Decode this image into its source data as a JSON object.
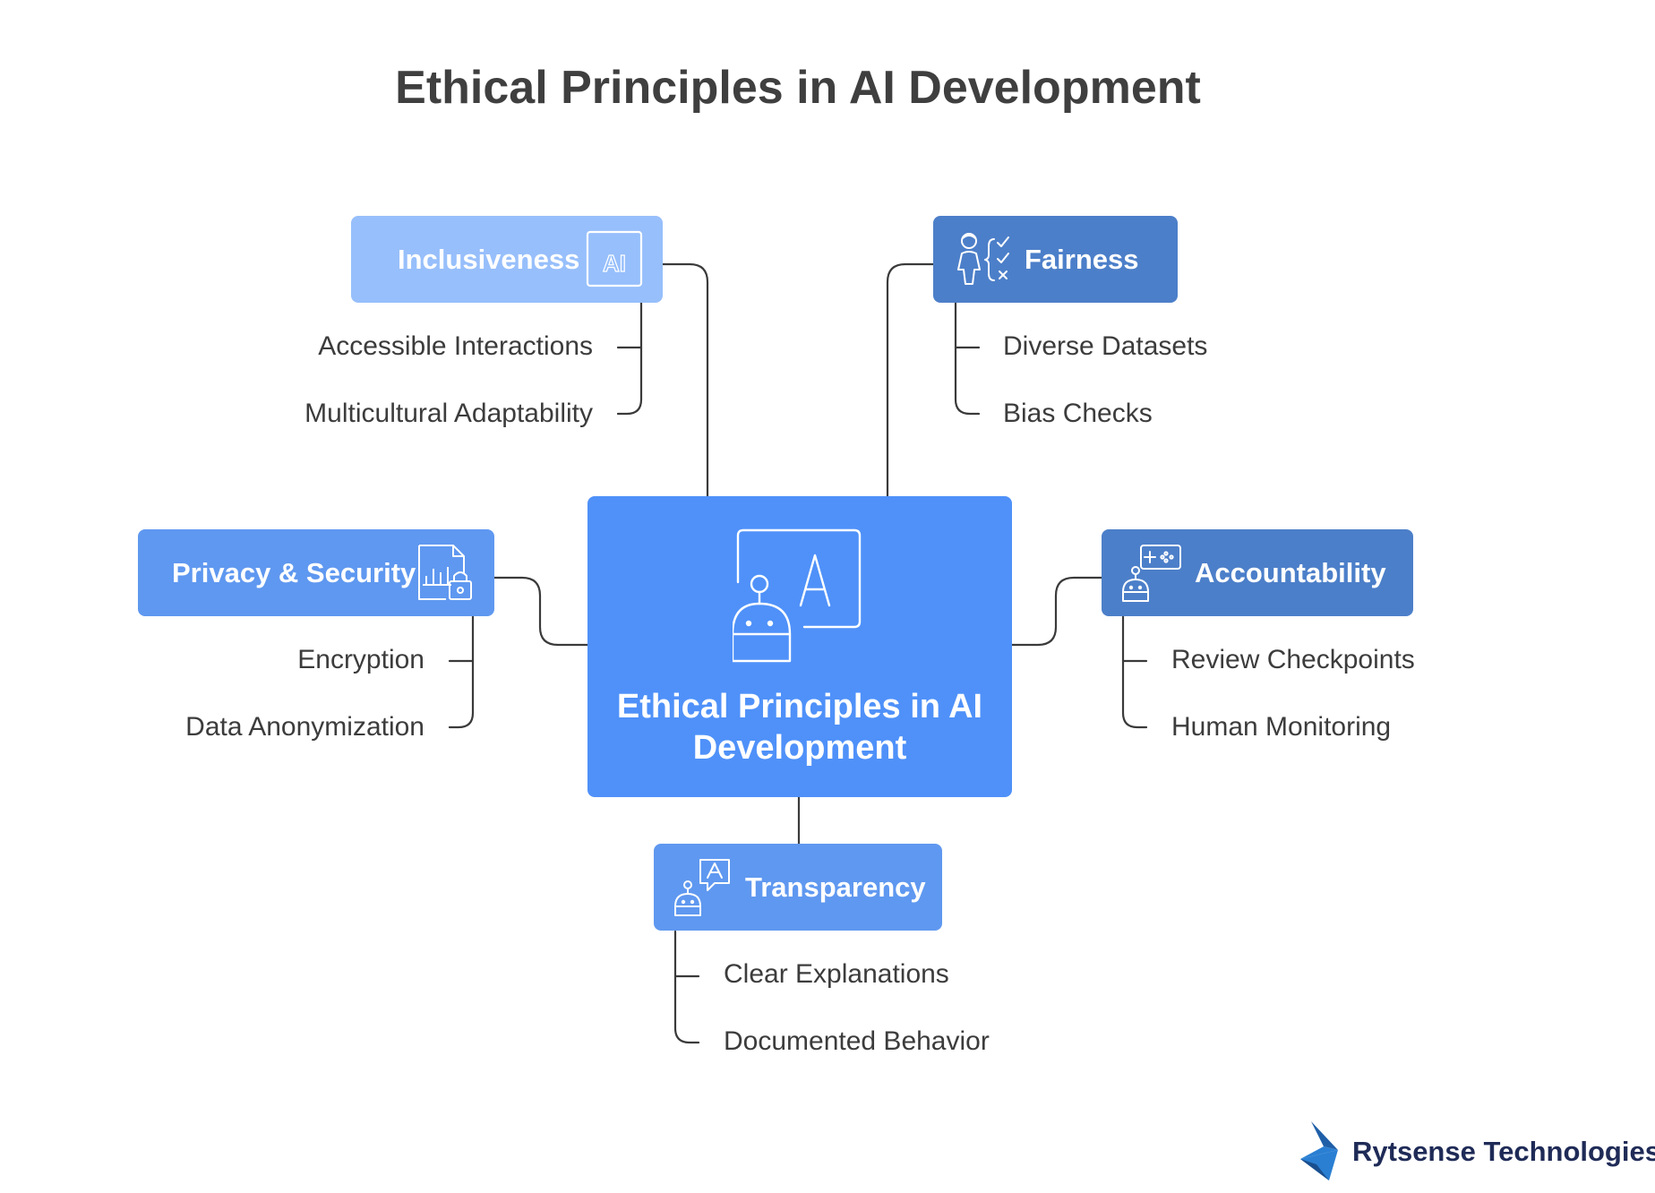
{
  "title": "Ethical Principles in AI Development",
  "colors": {
    "light_blue": "#97bffb",
    "mid_blue": "#5f98f0",
    "center_blue": "#4f91f9",
    "dark_blue": "#4c7fc9",
    "connector": "#3a3a3a",
    "text": "#3c3c3c",
    "logo_blue": "#2a7fd3",
    "logo_text": "#1f2b57"
  },
  "center": {
    "label_line1": "Ethical Principles in AI",
    "label_line2": "Development",
    "icon": "robot-chat-icon"
  },
  "principles": {
    "inclusiveness": {
      "label": "Inclusiveness",
      "icon": "ai-badge-icon",
      "items": [
        "Accessible Interactions",
        "Multicultural Adaptability"
      ]
    },
    "fairness": {
      "label": "Fairness",
      "icon": "person-checklist-icon",
      "items": [
        "Diverse Datasets",
        "Bias Checks"
      ]
    },
    "privacy": {
      "label": "Privacy & Security",
      "icon": "document-lock-icon",
      "items": [
        "Encryption",
        "Data Anonymization"
      ]
    },
    "accountability": {
      "label": "Accountability",
      "icon": "robot-gamepad-icon",
      "items": [
        "Review Checkpoints",
        "Human Monitoring"
      ]
    },
    "transparency": {
      "label": "Transparency",
      "icon": "robot-speech-icon",
      "items": [
        "Clear Explanations",
        "Documented Behavior"
      ]
    }
  },
  "logo": {
    "text": "Rytsense Technologies",
    "icon": "rytsense-logo-icon"
  }
}
